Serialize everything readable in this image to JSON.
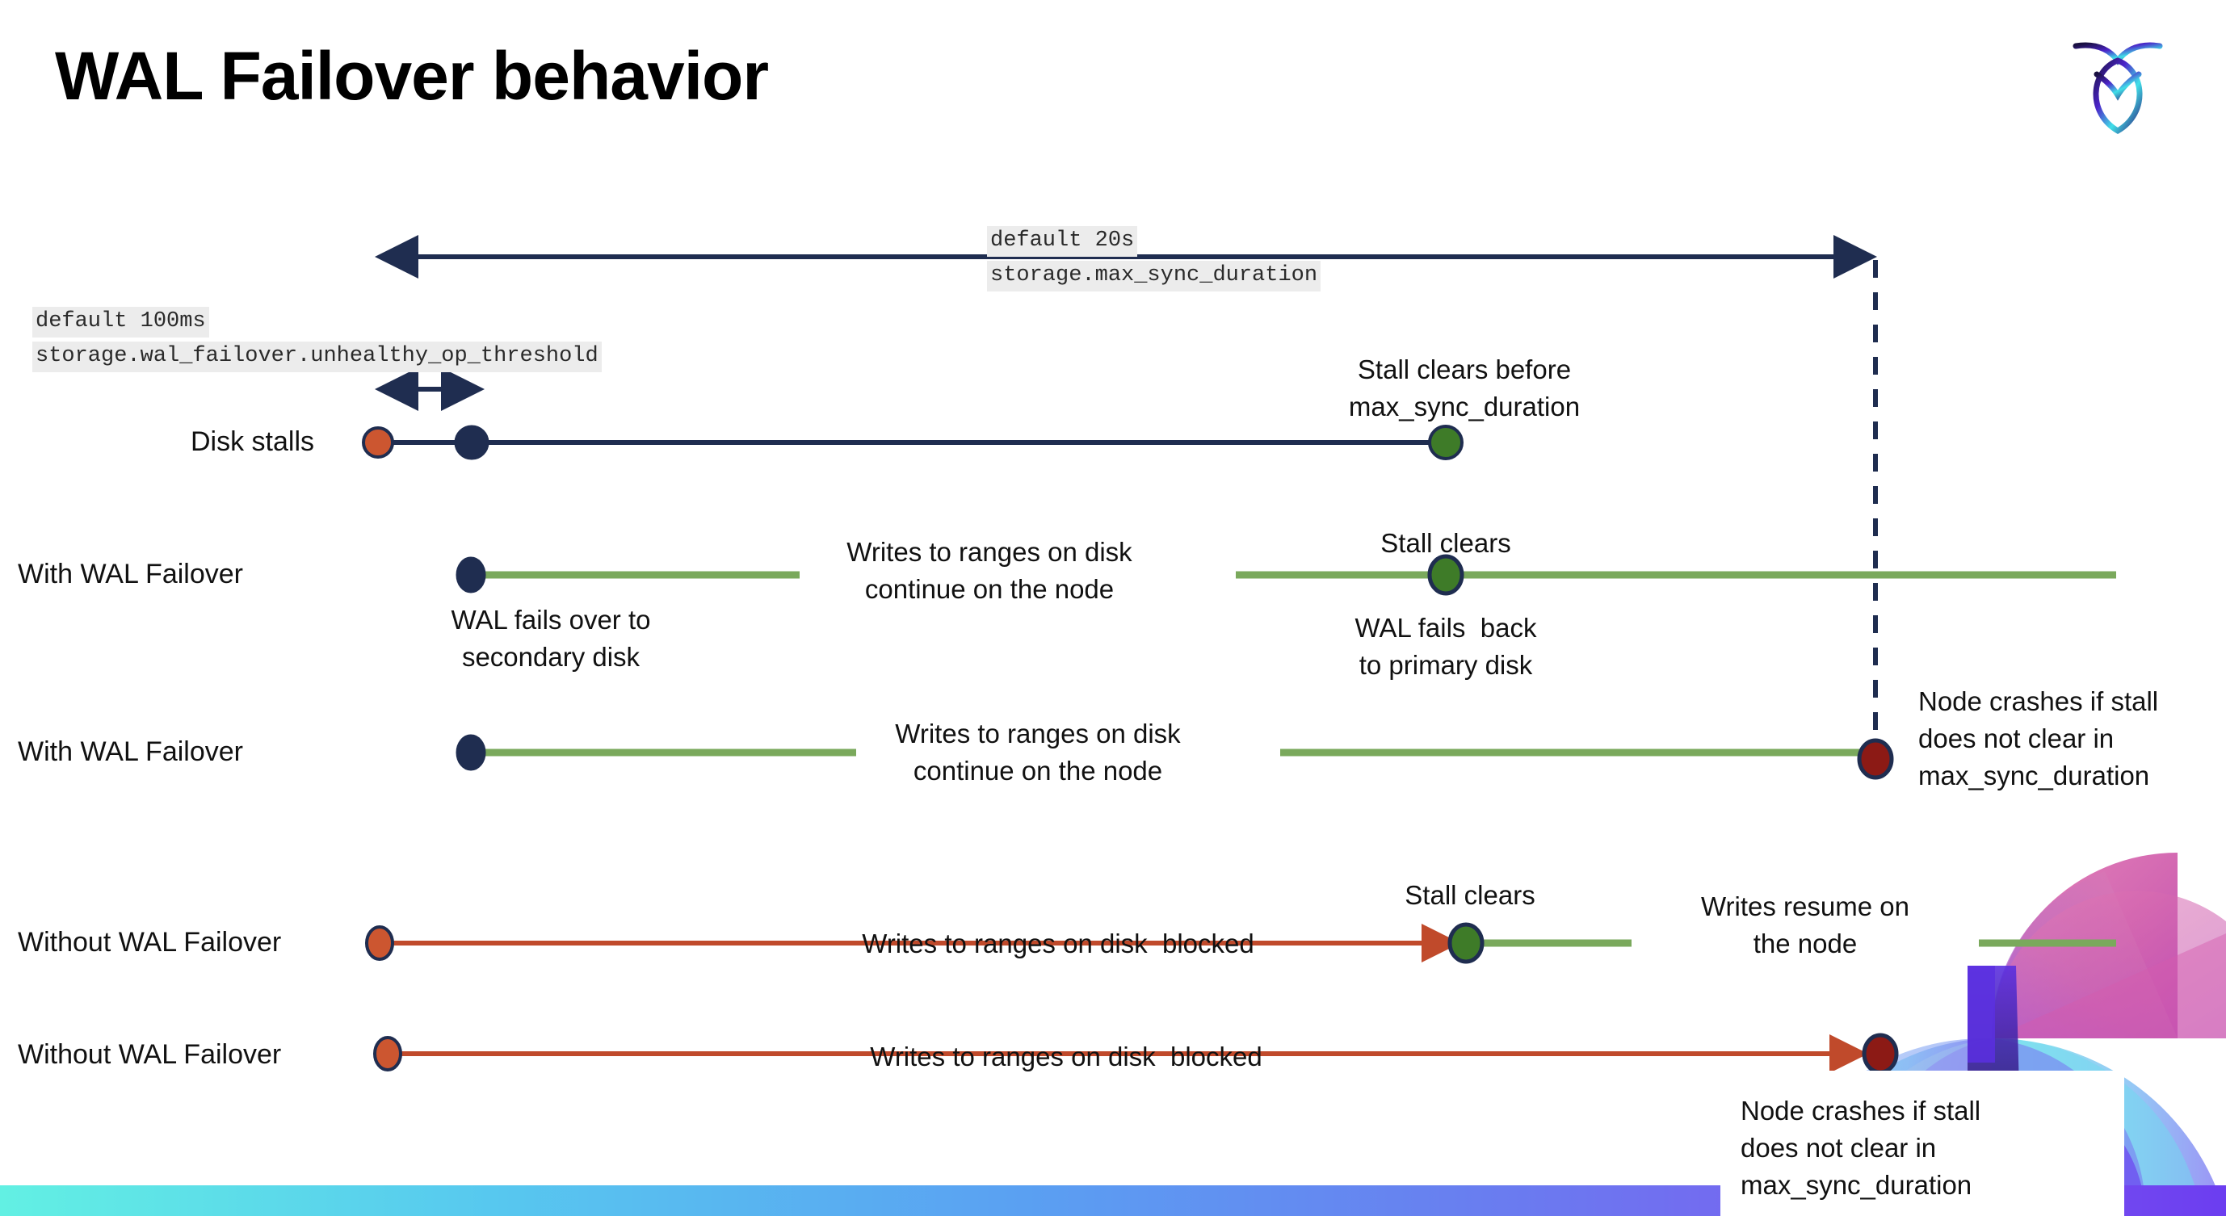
{
  "slide": {
    "title": "WAL Failover behavior",
    "brand": "cockroachdb-logo"
  },
  "colors": {
    "navy": "#1f2d50",
    "green_line": "#7aa95c",
    "green_dot": "#3e7b28",
    "orange_line": "#c04a2b",
    "orange_dot": "#cc5630",
    "darkred_dot": "#8c1a15",
    "chip_bg": "#ececec",
    "bar_cyan": "#62f0e3",
    "bar_blue": "#5aa0f2",
    "bar_purple": "#6c3df0"
  },
  "annotations": {
    "max_sync_default": "default 20s",
    "max_sync_setting": "storage.max_sync_duration",
    "unhealthy_default": "default 100ms",
    "unhealthy_setting": "storage.wal_failover.unhealthy_op_threshold"
  },
  "rows": [
    {
      "id": "disk-stalls",
      "label": "Disk stalls",
      "callouts": [
        "Stall clears before\nmax_sync_duration"
      ]
    },
    {
      "id": "with-wal-failover-1",
      "label": "With WAL Failover",
      "callouts": [
        "WAL fails over to\nsecondary disk",
        "Writes to ranges on disk\ncontinue on the node",
        "Stall clears",
        "WAL fails  back\nto primary disk"
      ]
    },
    {
      "id": "with-wal-failover-2",
      "label": "With WAL Failover",
      "callouts": [
        "Writes to ranges on disk\ncontinue on the node",
        "Node crashes if stall\ndoes not clear in\nmax_sync_duration"
      ]
    },
    {
      "id": "without-wal-failover-1",
      "label": "Without WAL Failover",
      "callouts": [
        "Writes to ranges on disk  blocked",
        "Stall clears",
        "Writes resume on\nthe node"
      ]
    },
    {
      "id": "without-wal-failover-2",
      "label": "Without WAL Failover",
      "callouts": [
        "Writes to ranges on disk  blocked",
        "Node crashes if stall\ndoes not clear in\nmax_sync_duration"
      ]
    }
  ],
  "text": {
    "stall_clears_before_max": "Stall clears before",
    "stall_clears_before_max2": "max_sync_duration",
    "wal_fails_over_1": "WAL fails over to",
    "wal_fails_over_2": "secondary disk",
    "writes_continue_1": "Writes to ranges on disk",
    "writes_continue_2": "continue on the node",
    "stall_clears": "Stall clears",
    "wal_fails_back_1": "WAL fails  back",
    "wal_fails_back_2": "to primary disk",
    "writes_continue_b1": "Writes to ranges on disk",
    "writes_continue_b2": "continue on the node",
    "node_crashes_1": "Node crashes if stall",
    "node_crashes_2": "does not clear in",
    "node_crashes_3": "max_sync_duration",
    "writes_blocked": "Writes to ranges on disk  blocked",
    "stall_clears_2": "Stall clears",
    "writes_resume_1": "Writes resume on",
    "writes_resume_2": "the node",
    "writes_blocked_2": "Writes to ranges on disk  blocked",
    "node_crashes_b1": "Node crashes if stall",
    "node_crashes_b2": "does not clear in",
    "node_crashes_b3": "max_sync_duration"
  }
}
